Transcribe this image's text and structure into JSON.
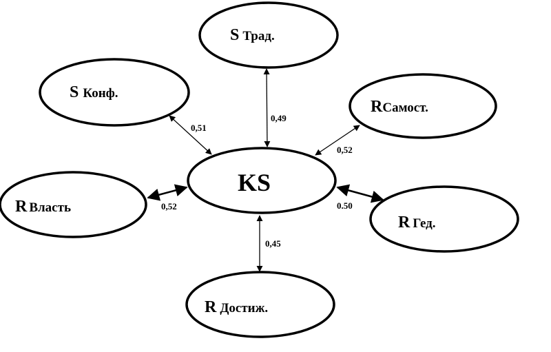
{
  "center": {
    "label": "KS"
  },
  "nodes": [
    {
      "id": "trad",
      "prefix": "S",
      "label": "Трад.",
      "value": "0,49"
    },
    {
      "id": "konf",
      "prefix": "S",
      "label": "Конф.",
      "value": "0,51"
    },
    {
      "id": "samost",
      "prefix": "R",
      "label": "Самост.",
      "value": "0,52"
    },
    {
      "id": "vlast",
      "prefix": "R",
      "label": "Власть",
      "value": "0,52"
    },
    {
      "id": "ged",
      "prefix": "R",
      "label": "Гед.",
      "value": "0.50"
    },
    {
      "id": "dostizh",
      "prefix": "R",
      "label": "Достиж.",
      "value": "0,45"
    }
  ]
}
